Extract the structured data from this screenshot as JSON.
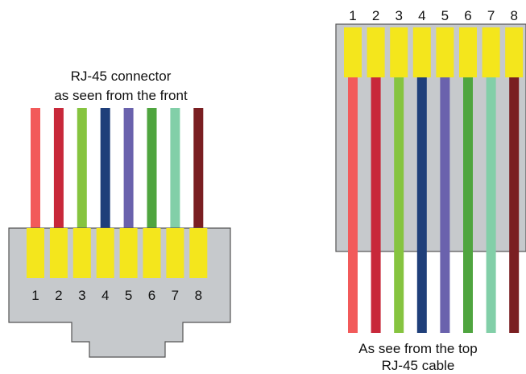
{
  "front_view": {
    "caption_line1": "RJ-45 connector",
    "caption_line2": "as seen from the front",
    "pins": [
      {
        "label": "1",
        "wire_color": "#f25a5a"
      },
      {
        "label": "2",
        "wire_color": "#c8283a"
      },
      {
        "label": "3",
        "wire_color": "#86c440"
      },
      {
        "label": "4",
        "wire_color": "#1f3f7a"
      },
      {
        "label": "5",
        "wire_color": "#6a62ad"
      },
      {
        "label": "6",
        "wire_color": "#4fa53f"
      },
      {
        "label": "7",
        "wire_color": "#82cfa8"
      },
      {
        "label": "8",
        "wire_color": "#7a1f22"
      }
    ]
  },
  "top_view": {
    "caption_line1": "As see from the top",
    "caption_line2": "RJ-45 cable",
    "pins": [
      {
        "label": "1",
        "wire_color": "#f25a5a"
      },
      {
        "label": "2",
        "wire_color": "#c8283a"
      },
      {
        "label": "3",
        "wire_color": "#86c440"
      },
      {
        "label": "4",
        "wire_color": "#1f3f7a"
      },
      {
        "label": "5",
        "wire_color": "#6a62ad"
      },
      {
        "label": "6",
        "wire_color": "#4fa53f"
      },
      {
        "label": "7",
        "wire_color": "#82cfa8"
      },
      {
        "label": "8",
        "wire_color": "#7a1f22"
      }
    ]
  },
  "colors": {
    "connector_body": "#c6c9cc",
    "connector_outline": "#555555",
    "contact_yellow": "#f4e61c"
  }
}
